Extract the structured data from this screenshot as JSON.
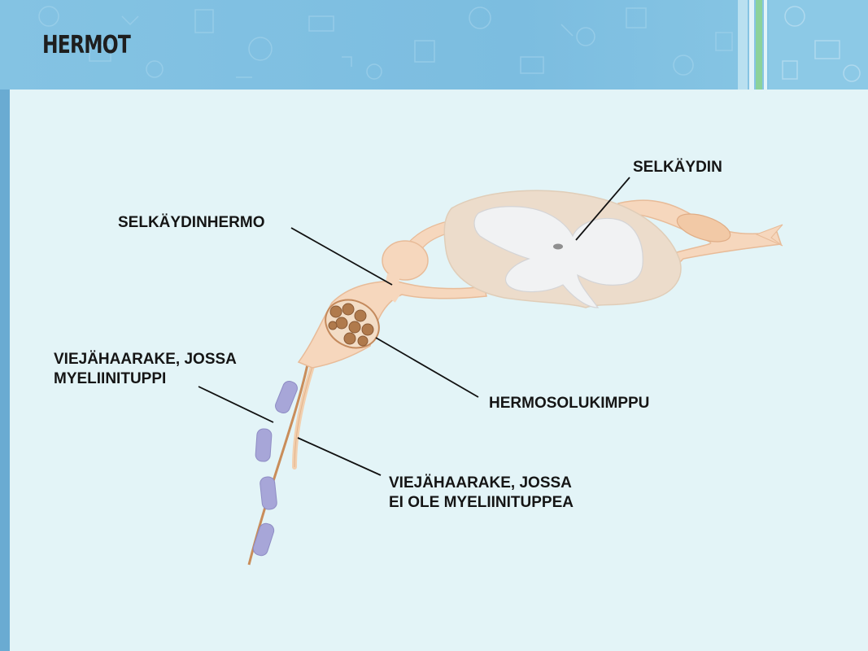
{
  "slide": {
    "title": "HERMOT"
  },
  "diagram": {
    "labels": {
      "spinal_cord": "SELKÄYDIN",
      "spinal_nerve": "SELKÄYDINHERMO",
      "nerve_bundle": "HERMOSOLUKIMPPU",
      "myelinated_axon": [
        "VIEJÄHAARAKE, JOSSA",
        "MYELIINITUPPI"
      ],
      "unmyelinated_axon": [
        "VIEJÄHAARAKE, JOSSA",
        "EI OLE MYELIINITUPPEA"
      ]
    }
  },
  "colors": {
    "background": "#e3f4f7",
    "header": "#7cbde0",
    "nerve_tissue": "#f6d7bd",
    "spinal_cord_outer": "#ecdccb",
    "grey_matter": "#f1f2f3",
    "myelin_sheath": "#a7a6d8",
    "axon": "#c98d5a",
    "leader_line": "#111111"
  }
}
